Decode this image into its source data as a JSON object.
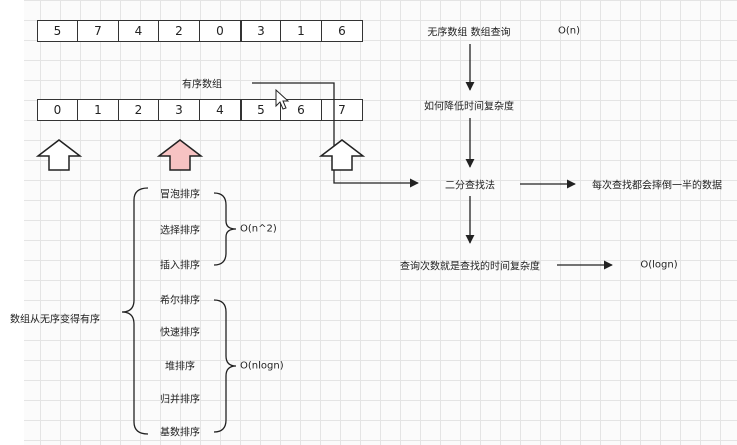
{
  "unsorted_array": [
    "5",
    "7",
    "4",
    "2",
    "0",
    "3",
    "1",
    "6"
  ],
  "sorted_array_label": "有序数组",
  "sorted_array": [
    "0",
    "1",
    "2",
    "3",
    "4",
    "5",
    "6",
    "7"
  ],
  "flow": {
    "step1": "无序数组 数组查询",
    "step1_complexity": "O(n)",
    "step2": "如何降低时间复杂度",
    "step3": "二分查找法",
    "step3_note": "每次查找都会摔倒一半的数据",
    "step4": "查询次数就是查找的时间复杂度",
    "step4_complexity": "O(logn)"
  },
  "sorting": {
    "root": "数组从无序变得有序",
    "group1": [
      "冒泡排序",
      "选择排序",
      "插入排序"
    ],
    "group1_complexity": "O(n^2)",
    "group2": [
      "希尔排序",
      "快速排序",
      "堆排序",
      "归并排序",
      "基数排序"
    ],
    "group2_complexity": "O(nlogn)"
  },
  "colors": {
    "line": "#222222",
    "pointer_fill": "#ffffff",
    "pointer_highlight": "#f7c3c3",
    "grid": "#e4e4e4"
  }
}
